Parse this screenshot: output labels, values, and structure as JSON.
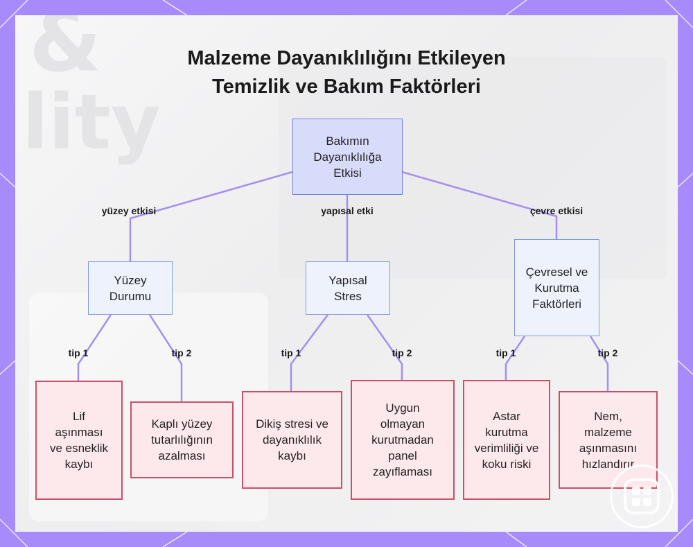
{
  "title": {
    "line1": "Malzeme Dayanıklılığını Etkileyen",
    "line2": "Temizlik ve Bakım Faktörleri"
  },
  "root": {
    "text": "Bakımın Dayanıklılığa Etkisi"
  },
  "categories": [
    {
      "edge_label": "yüzey etkisi",
      "text": "Yüzey Durumu"
    },
    {
      "edge_label": "yapısal etki",
      "text": "Yapısal Stres"
    },
    {
      "edge_label": "çevre etkisi",
      "text": "Çevresel ve Kurutma Faktörleri"
    }
  ],
  "leaves": [
    {
      "edge_label": "tip 1",
      "text": "Lif aşınması ve esneklik kaybı"
    },
    {
      "edge_label": "tip 2",
      "text": "Kaplı yüzey tutarlılığının azalması"
    },
    {
      "edge_label": "tip 1",
      "text": "Dikiş stresi ve dayanıklılık kaybı"
    },
    {
      "edge_label": "tip 2",
      "text": "Uygun olmayan kurutmadan panel zayıflaması"
    },
    {
      "edge_label": "tip 1",
      "text": "Astar kurutma verimliliği ve koku riski"
    },
    {
      "edge_label": "tip 2",
      "text": "Nem, malzeme aşınmasını hızlandırır"
    }
  ],
  "colors": {
    "frame": "#a78bfa",
    "edge": "#a58ef0",
    "root_fill": "#d8dcfb",
    "category_fill": "#eef2fc",
    "category_border": "#7f9ad8",
    "leaf_fill": "#fde8ec",
    "leaf_border": "#c9506a"
  },
  "watermark_icon": "app-grid-icon"
}
